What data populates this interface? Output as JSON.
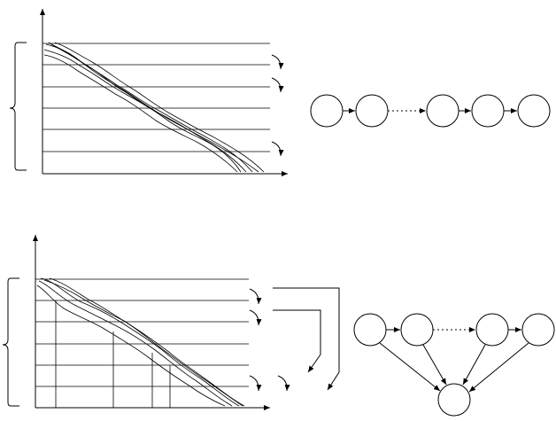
{
  "figure": {
    "panels": [
      {
        "id": "top",
        "chain": {
          "node_count": 5,
          "dotted_after": 2,
          "sink": false
        }
      },
      {
        "id": "bottom",
        "chain": {
          "node_count": 4,
          "dotted_after": 2,
          "sink": true
        }
      }
    ],
    "colors": {
      "stroke": "#000000",
      "background": "#ffffff"
    }
  }
}
